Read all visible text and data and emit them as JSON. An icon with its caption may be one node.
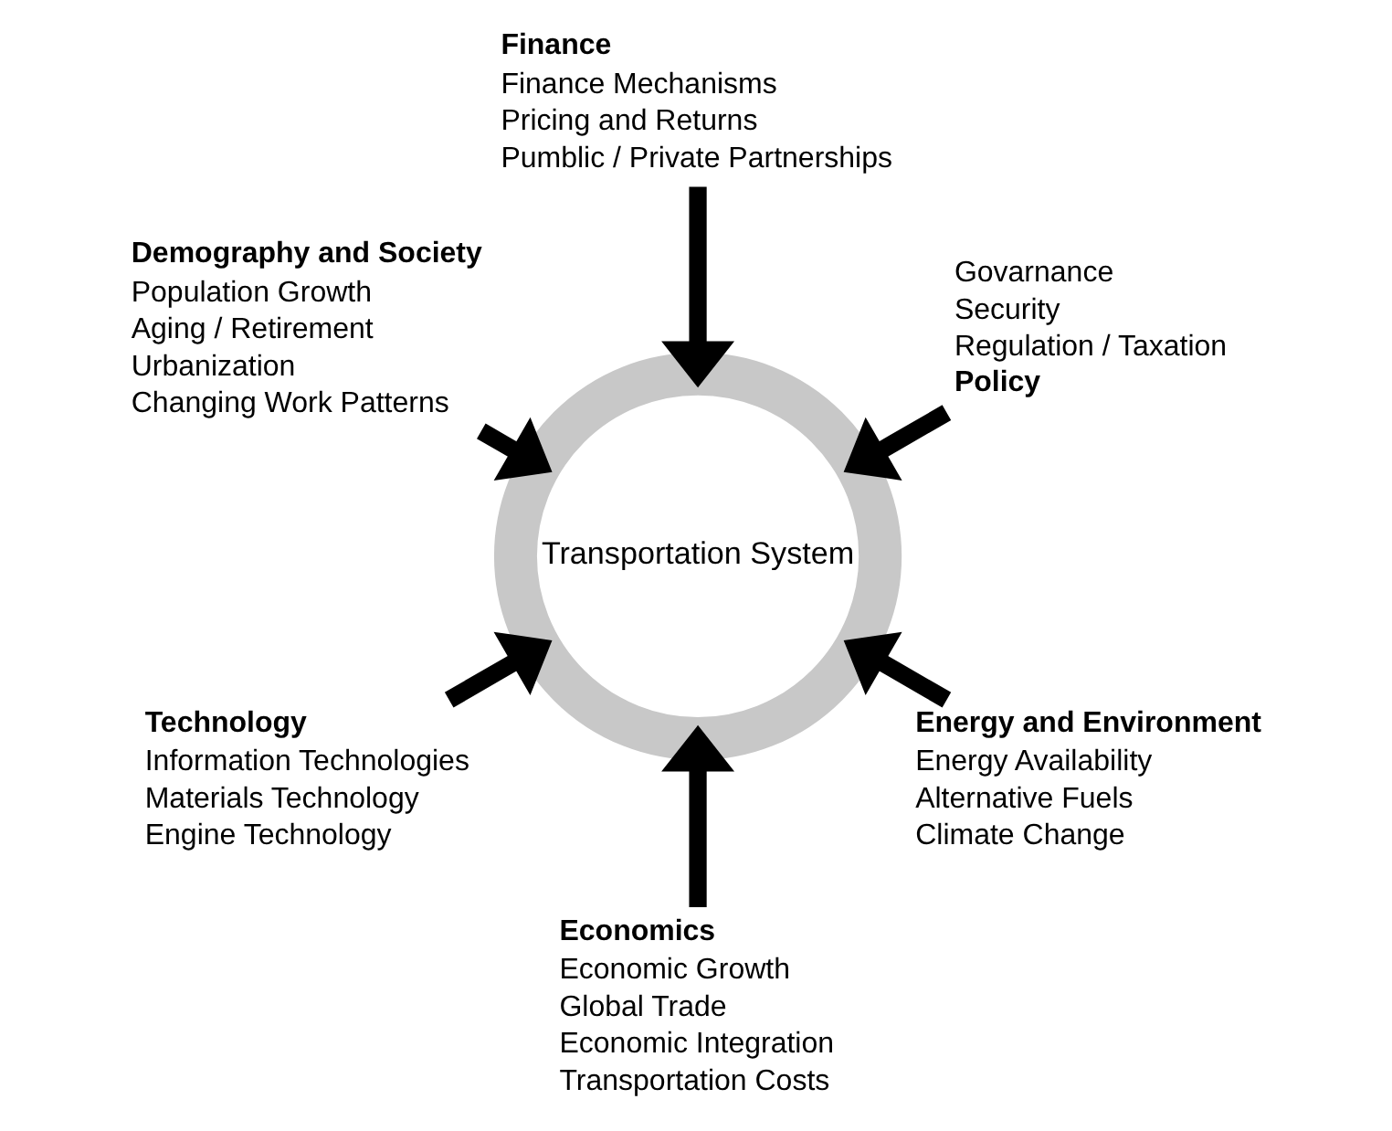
{
  "diagram": {
    "nodes": [
      {
        "text": [
          "Govarnance",
          "Security",
          "Regulation / Taxation",
          "Policy"
        ]
      },
      {
        "text": [
          "Finance",
          "Finance Mechanisms",
          "Pricing and Returns",
          "Pumblic / Private Partnerships"
        ]
      },
      {
        "text": [
          "Demography and Society",
          "Population Growth",
          "Aging / Retirement",
          "Urbanization",
          "Changing Work Patterns"
        ]
      },
      {
        "text": [
          "Transportation System"
        ]
      },
      {
        "text": [
          "Technology",
          "Information Technologies",
          "Materials Technology",
          "Engine Technology"
        ]
      },
      {
        "text": [
          "Economics",
          "Economic Growth",
          "Global Trade",
          "Economic Integration",
          "Transportation Costs"
        ]
      },
      {
        "text": [
          "Energy and Environment",
          "Energy Availability",
          "Alternative Fuels",
          "Climate Change"
        ]
      }
    ],
    "edges": [
      {
        "from": 0,
        "to": 3,
        "arrow": "to"
      },
      {
        "from": 1,
        "to": 3,
        "arrow": "to"
      },
      {
        "from": 2,
        "to": 3,
        "arrow": "to"
      },
      {
        "from": 4,
        "to": 3,
        "arrow": "to"
      },
      {
        "from": 5,
        "to": 3,
        "arrow": "to"
      },
      {
        "from": 6,
        "to": 3,
        "arrow": "to"
      }
    ]
  }
}
